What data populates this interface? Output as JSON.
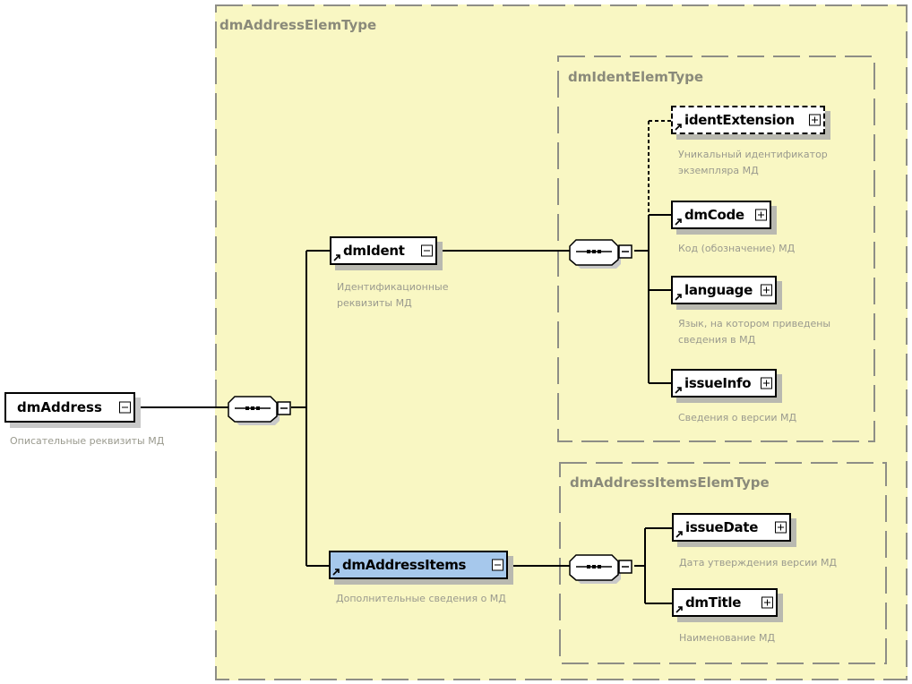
{
  "diagram": {
    "root": {
      "name": "dmAddress",
      "description": "Описательные реквизиты МД",
      "toggle": "collapse"
    },
    "outer_type": {
      "name": "dmAddressElemType",
      "compositor": "sequence",
      "children": [
        {
          "name": "dmIdent",
          "description": "Идентификационные реквизиты МД",
          "is_reference": true,
          "selected": false,
          "toggle": "collapse",
          "type": {
            "name": "dmIdentElemType",
            "compositor": "sequence",
            "children": [
              {
                "name": "identExtension",
                "description": "Уникальный идентификатор экземпляра МД",
                "optional": true,
                "is_reference": true,
                "toggle": "expand"
              },
              {
                "name": "dmCode",
                "description": "Код (обозначение) МД",
                "optional": false,
                "is_reference": true,
                "toggle": "expand"
              },
              {
                "name": "language",
                "description": "Язык, на котором приведены сведения в МД",
                "optional": false,
                "is_reference": true,
                "toggle": "expand"
              },
              {
                "name": "issueInfo",
                "description": "Сведения о версии МД",
                "optional": false,
                "is_reference": true,
                "toggle": "expand"
              }
            ]
          }
        },
        {
          "name": "dmAddressItems",
          "description": "Дополнительные сведения о МД",
          "is_reference": true,
          "selected": true,
          "toggle": "collapse",
          "type": {
            "name": "dmAddressItemsElemType",
            "compositor": "sequence",
            "children": [
              {
                "name": "issueDate",
                "description": "Дата утверждения версии МД",
                "optional": false,
                "is_reference": true,
                "toggle": "expand"
              },
              {
                "name": "dmTitle",
                "description": "Наименование МД",
                "optional": false,
                "is_reference": true,
                "toggle": "expand"
              }
            ]
          }
        }
      ]
    },
    "colors": {
      "type_box_bg": "#f9f7c3",
      "selected_bg": "#a6c8ec",
      "description_text": "#9a9a8e",
      "type_title_text": "#8a8a7a"
    }
  }
}
